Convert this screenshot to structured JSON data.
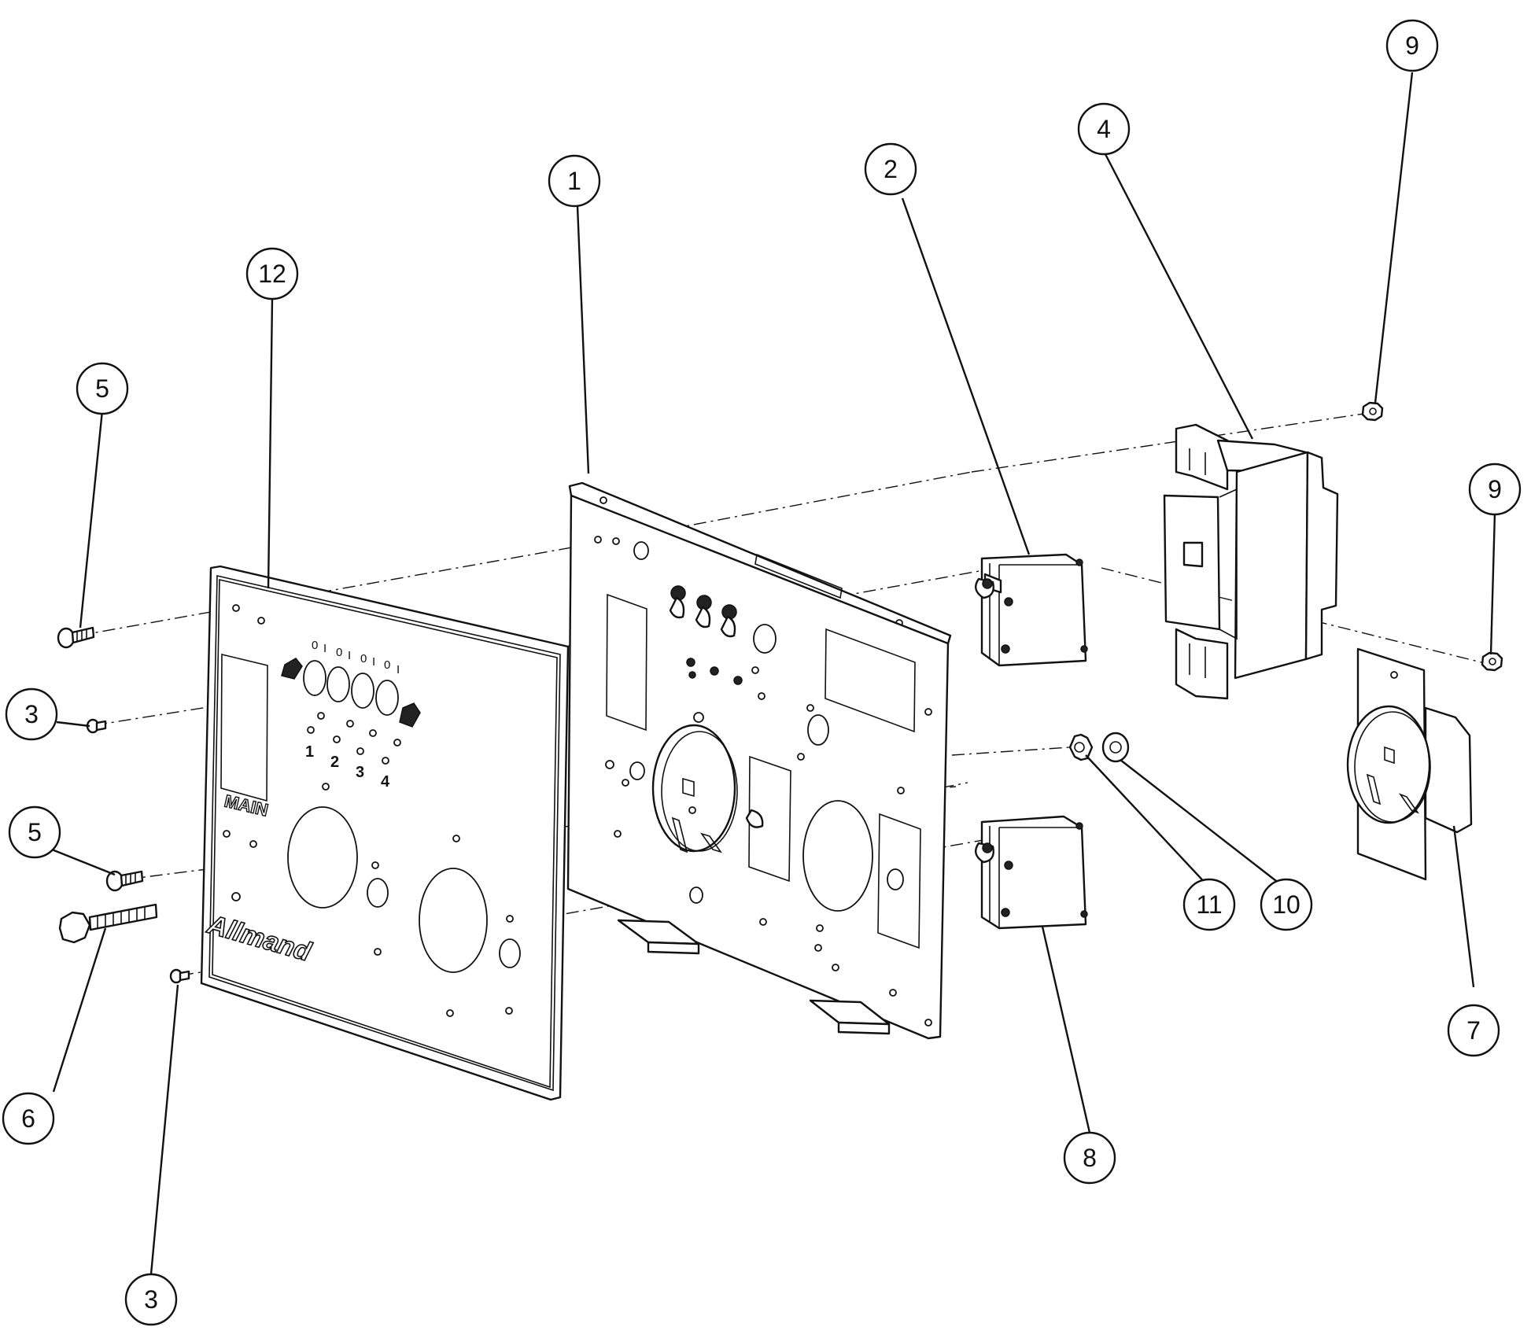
{
  "diagram": {
    "balloons": [
      {
        "id": "b1",
        "label": "1"
      },
      {
        "id": "b2",
        "label": "2"
      },
      {
        "id": "b3a",
        "label": "3"
      },
      {
        "id": "b3b",
        "label": "3"
      },
      {
        "id": "b4",
        "label": "4"
      },
      {
        "id": "b5a",
        "label": "5"
      },
      {
        "id": "b5b",
        "label": "5"
      },
      {
        "id": "b6",
        "label": "6"
      },
      {
        "id": "b7",
        "label": "7"
      },
      {
        "id": "b8",
        "label": "8"
      },
      {
        "id": "b9a",
        "label": "9"
      },
      {
        "id": "b9b",
        "label": "9"
      },
      {
        "id": "b10",
        "label": "10"
      },
      {
        "id": "b11",
        "label": "11"
      },
      {
        "id": "b12",
        "label": "12"
      }
    ],
    "decal": {
      "main_label": "MAIN",
      "brand": "Allmand",
      "switch_numbers": [
        "1",
        "2",
        "3",
        "4"
      ],
      "switch_marks": [
        "0",
        "I",
        "0",
        "I",
        "0",
        "I",
        "0",
        "I"
      ]
    }
  }
}
